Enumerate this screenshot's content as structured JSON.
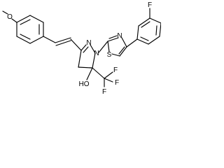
{
  "molecule": {
    "atoms": {
      "methoxy_o": "O",
      "pyrazoline_n_imine": "N",
      "pyrazoline_n_1": "N",
      "thiazole_n": "N",
      "thiazole_s": "S",
      "fluoro": "F",
      "hydroxyl": "HO",
      "cf3_f_top": "F",
      "cf3_f_right": "F",
      "cf3_f_bottom": "F"
    }
  },
  "colors": {
    "bond": "#000000",
    "text": "#000000",
    "background": "#ffffff"
  }
}
